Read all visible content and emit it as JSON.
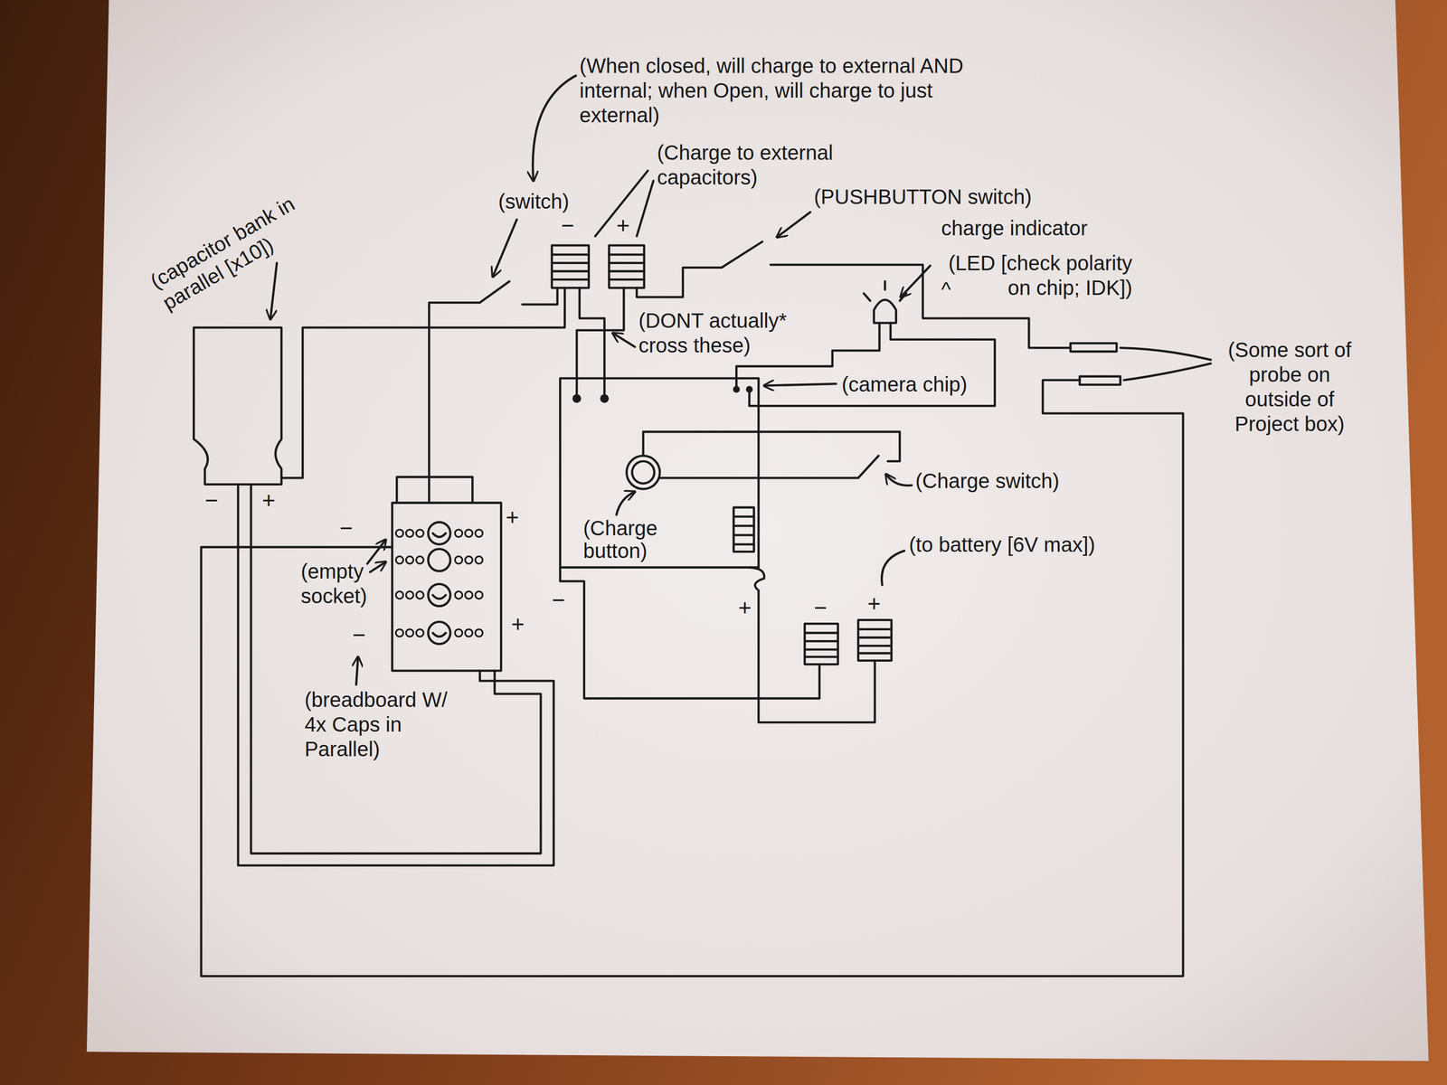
{
  "diagram": {
    "labels": [
      "(When closed, will charge to external AND internal; when Open, will charge to just external)",
      "(Charge to external capacitors)",
      "(switch)",
      "(PUSHBUTTON switch)",
      "−",
      "+",
      "charge indicator",
      "(capacitor bank in parallel [x10])",
      "(LED [check polarity on chip; IDK])",
      "^",
      "(DONT actually* cross these)",
      "(Some sort of probe on outside of Project box)",
      "(camera chip)",
      "(Charge switch)",
      "−",
      "+",
      "−",
      "+",
      "(Charge button)",
      "(to battery [6V max])",
      "(empty socket)",
      "−",
      "+",
      "−",
      "+",
      "+",
      "−",
      "(breadboard W/ 4x Caps in Parallel)"
    ]
  }
}
